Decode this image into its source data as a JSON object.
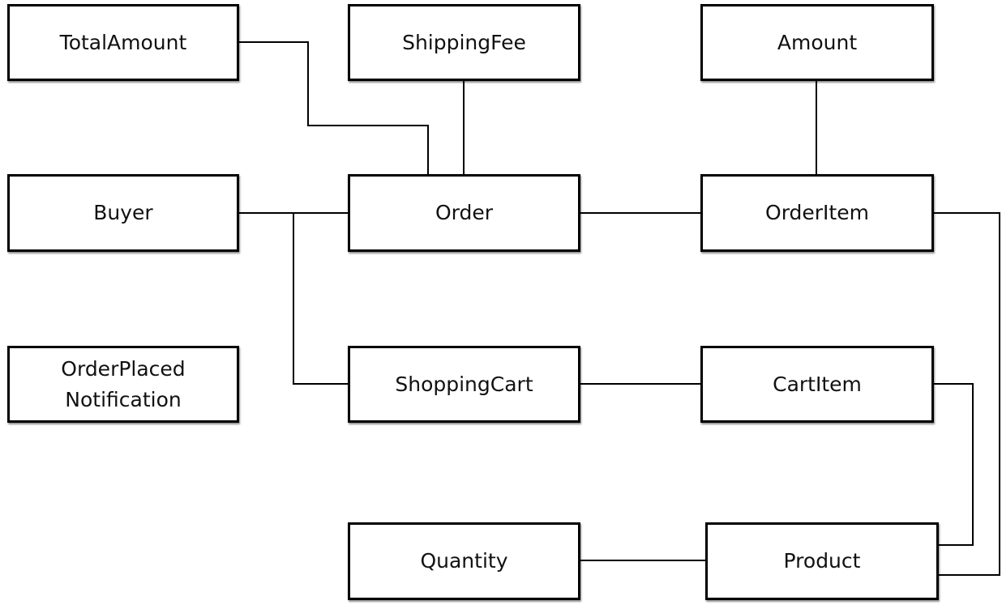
{
  "diagram": {
    "entities": {
      "total_amount": "TotalAmount",
      "shipping_fee": "ShippingFee",
      "amount": "Amount",
      "buyer": "Buyer",
      "order": "Order",
      "order_item": "OrderItem",
      "order_placed_notification": [
        "OrderPlaced",
        "Notification"
      ],
      "shopping_cart": "ShoppingCart",
      "cart_item": "CartItem",
      "quantity": "Quantity",
      "product": "Product"
    },
    "relationships": [
      [
        "TotalAmount",
        "Order"
      ],
      [
        "ShippingFee",
        "Order"
      ],
      [
        "Amount",
        "OrderItem"
      ],
      [
        "Buyer",
        "Order"
      ],
      [
        "Buyer",
        "ShoppingCart"
      ],
      [
        "Order",
        "OrderItem"
      ],
      [
        "ShoppingCart",
        "CartItem"
      ],
      [
        "CartItem",
        "Product"
      ],
      [
        "OrderItem",
        "Product"
      ],
      [
        "Quantity",
        "Product"
      ]
    ],
    "colors": {
      "border": "#000000",
      "background": "#ffffff",
      "text": "#111111"
    }
  }
}
